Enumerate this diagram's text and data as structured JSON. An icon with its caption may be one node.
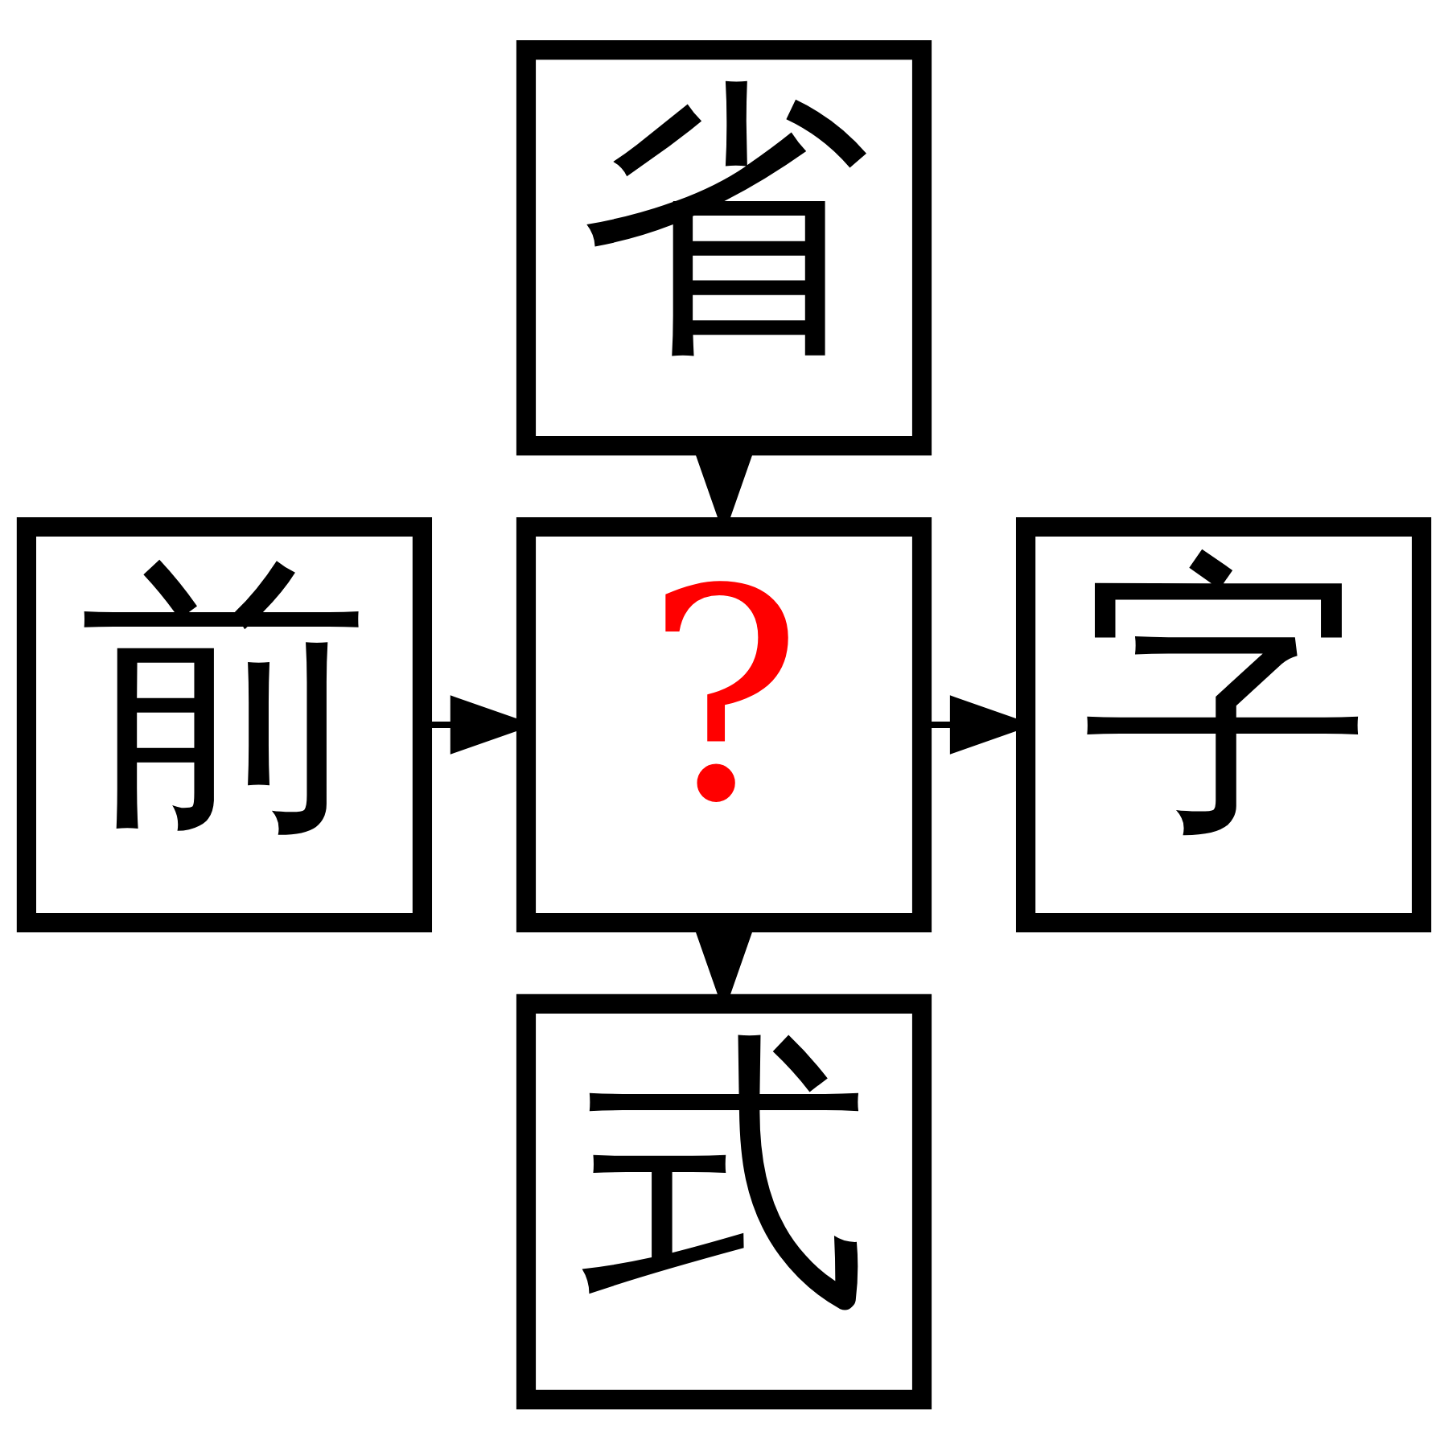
{
  "diagram": {
    "nodes": [
      {
        "text": [
          "省"
        ]
      },
      {
        "text": [
          "前"
        ]
      },
      {
        "text": [
          "?"
        ]
      },
      {
        "text": [
          "字"
        ]
      },
      {
        "text": [
          "式"
        ]
      }
    ],
    "edges": [
      {
        "from": 0,
        "to": 2,
        "arrow": "to"
      },
      {
        "from": 1,
        "to": 2,
        "arrow": "to"
      },
      {
        "from": 2,
        "to": 3,
        "arrow": "to"
      },
      {
        "from": 2,
        "to": 4,
        "arrow": "to"
      }
    ]
  }
}
